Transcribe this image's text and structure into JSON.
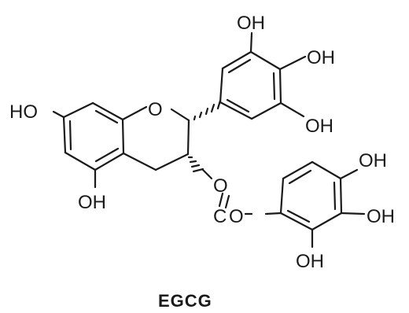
{
  "molecule": {
    "caption": "EGCG",
    "labels": {
      "ho_left": "HO",
      "ring_o": "O",
      "oh_bottom": "OH",
      "oh_top": "OH",
      "oh_right_top": "OH",
      "oh_mid": "OH",
      "ester_o": "O",
      "ester_c": "C",
      "ester_o2": "O",
      "oh_gallate_top": "OH",
      "oh_gallate_right": "OH",
      "oh_gallate_bottom": "OH"
    }
  }
}
